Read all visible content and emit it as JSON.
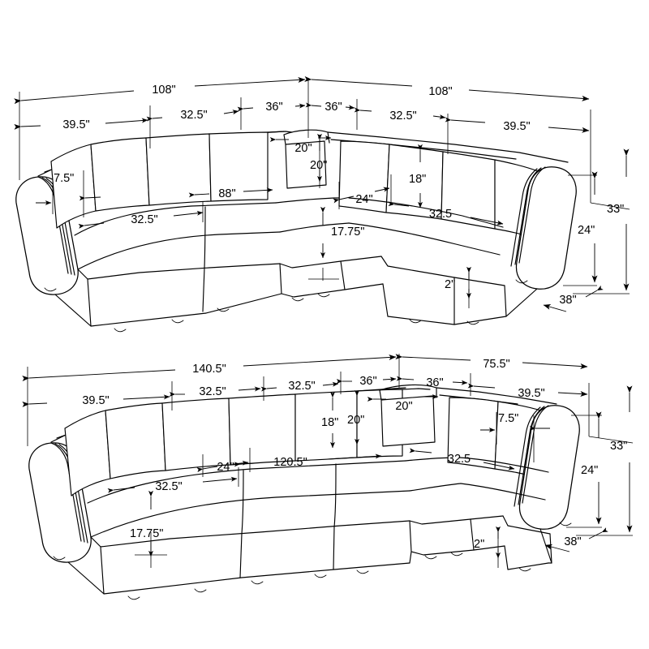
{
  "drawing": {
    "title": "Modular Sectional Sofa Dimension Drawing",
    "units": "inches",
    "line_color": "#000000",
    "background_color": "#ffffff",
    "views": [
      {
        "id": "view-top",
        "name": "symmetric-l-sectional-view",
        "overall": [
          {
            "name": "overall-left-run",
            "value": "108\""
          },
          {
            "name": "overall-right-run",
            "value": "108\""
          }
        ],
        "module_chain_left": [
          {
            "name": "left-arm-module",
            "value": "39.5\""
          },
          {
            "name": "left-armless-module",
            "value": "32.5\""
          },
          {
            "name": "left-corner-module",
            "value": "36\""
          }
        ],
        "module_chain_right": [
          {
            "name": "right-corner-module",
            "value": "36\""
          },
          {
            "name": "right-armless-module",
            "value": "32.5\""
          },
          {
            "name": "right-arm-module",
            "value": "39.5\""
          }
        ],
        "detail_dims": [
          {
            "name": "arm-width",
            "value": "7.5\""
          },
          {
            "name": "seat-depth-left",
            "value": "32.5\""
          },
          {
            "name": "seat-run-left",
            "value": "88\""
          },
          {
            "name": "corner-pillow-width",
            "value": "20\""
          },
          {
            "name": "corner-pillow-height",
            "value": "20\""
          },
          {
            "name": "back-cushion-height",
            "value": "18\""
          },
          {
            "name": "corner-seat-depth",
            "value": "24\""
          },
          {
            "name": "seat-height",
            "value": "17.75\""
          },
          {
            "name": "seat-depth-right",
            "value": "32.5"
          },
          {
            "name": "leg-height",
            "value": "2\""
          },
          {
            "name": "arm-height",
            "value": "24\""
          },
          {
            "name": "overall-height",
            "value": "33\""
          },
          {
            "name": "overall-depth",
            "value": "38\""
          }
        ]
      },
      {
        "id": "view-bottom",
        "name": "asymmetric-l-sectional-view",
        "overall": [
          {
            "name": "overall-long-run",
            "value": "140.5\""
          },
          {
            "name": "overall-short-run",
            "value": "75.5\""
          }
        ],
        "module_chain_left": [
          {
            "name": "left-arm-module",
            "value": "39.5\""
          },
          {
            "name": "left-armless-module-1",
            "value": "32.5\""
          },
          {
            "name": "left-armless-module-2",
            "value": "32.5\""
          },
          {
            "name": "left-corner-module",
            "value": "36\""
          }
        ],
        "module_chain_right": [
          {
            "name": "right-corner-module",
            "value": "36\""
          },
          {
            "name": "right-arm-module",
            "value": "39.5\""
          }
        ],
        "detail_dims": [
          {
            "name": "seat-depth-left",
            "value": "32.5\""
          },
          {
            "name": "seat-run-long",
            "value": "120.5\""
          },
          {
            "name": "corner-seat-depth",
            "value": "24\""
          },
          {
            "name": "seat-height",
            "value": "17.75\""
          },
          {
            "name": "back-cushion-height",
            "value": "18\""
          },
          {
            "name": "corner-pillow-height",
            "value": "20\""
          },
          {
            "name": "corner-pillow-width",
            "value": "20\""
          },
          {
            "name": "arm-width",
            "value": "7.5\""
          },
          {
            "name": "seat-depth-right",
            "value": "32.5"
          },
          {
            "name": "leg-height",
            "value": "2\""
          },
          {
            "name": "arm-height",
            "value": "24\""
          },
          {
            "name": "overall-height",
            "value": "33\""
          },
          {
            "name": "overall-depth",
            "value": "38\""
          }
        ]
      }
    ]
  },
  "labels": {
    "t_108_left": "108\"",
    "t_108_right": "108\"",
    "t_395_left": "39.5\"",
    "t_325_left": "32.5\"",
    "t_36_left": "36\"",
    "t_36_right": "36\"",
    "t_325_right": "32.5\"",
    "t_395_right": "39.5\"",
    "t_75": "7.5\"",
    "t_325_seat": "32.5\"",
    "t_88": "88\"",
    "t_20_w": "20\"",
    "t_20_h": "20\"",
    "t_18": "18\"",
    "t_24_seat": "24\"",
    "t_1775": "17.75\"",
    "t_325_right_seat": "32.5",
    "t_2": "2\"",
    "t_24_arm": "24\"",
    "t_33": "33\"",
    "t_38": "38\"",
    "b_1405": "140.5\"",
    "b_755": "75.5\"",
    "b_395_left": "39.5\"",
    "b_325_a": "32.5\"",
    "b_325_b": "32.5\"",
    "b_36_left": "36\"",
    "b_36_right": "36\"",
    "b_395_right": "39.5\"",
    "b_24_seat": "24\"",
    "b_1205": "120.5\"",
    "b_325_seat": "32.5\"",
    "b_1775": "17.75\"",
    "b_18": "18\"",
    "b_20_h": "20\"",
    "b_20_w": "20\"",
    "b_75": "7.5\"",
    "b_325_right_seat": "32.5",
    "b_2": "2\"",
    "b_24_arm": "24\"",
    "b_33": "33\"",
    "b_38": "38\""
  }
}
